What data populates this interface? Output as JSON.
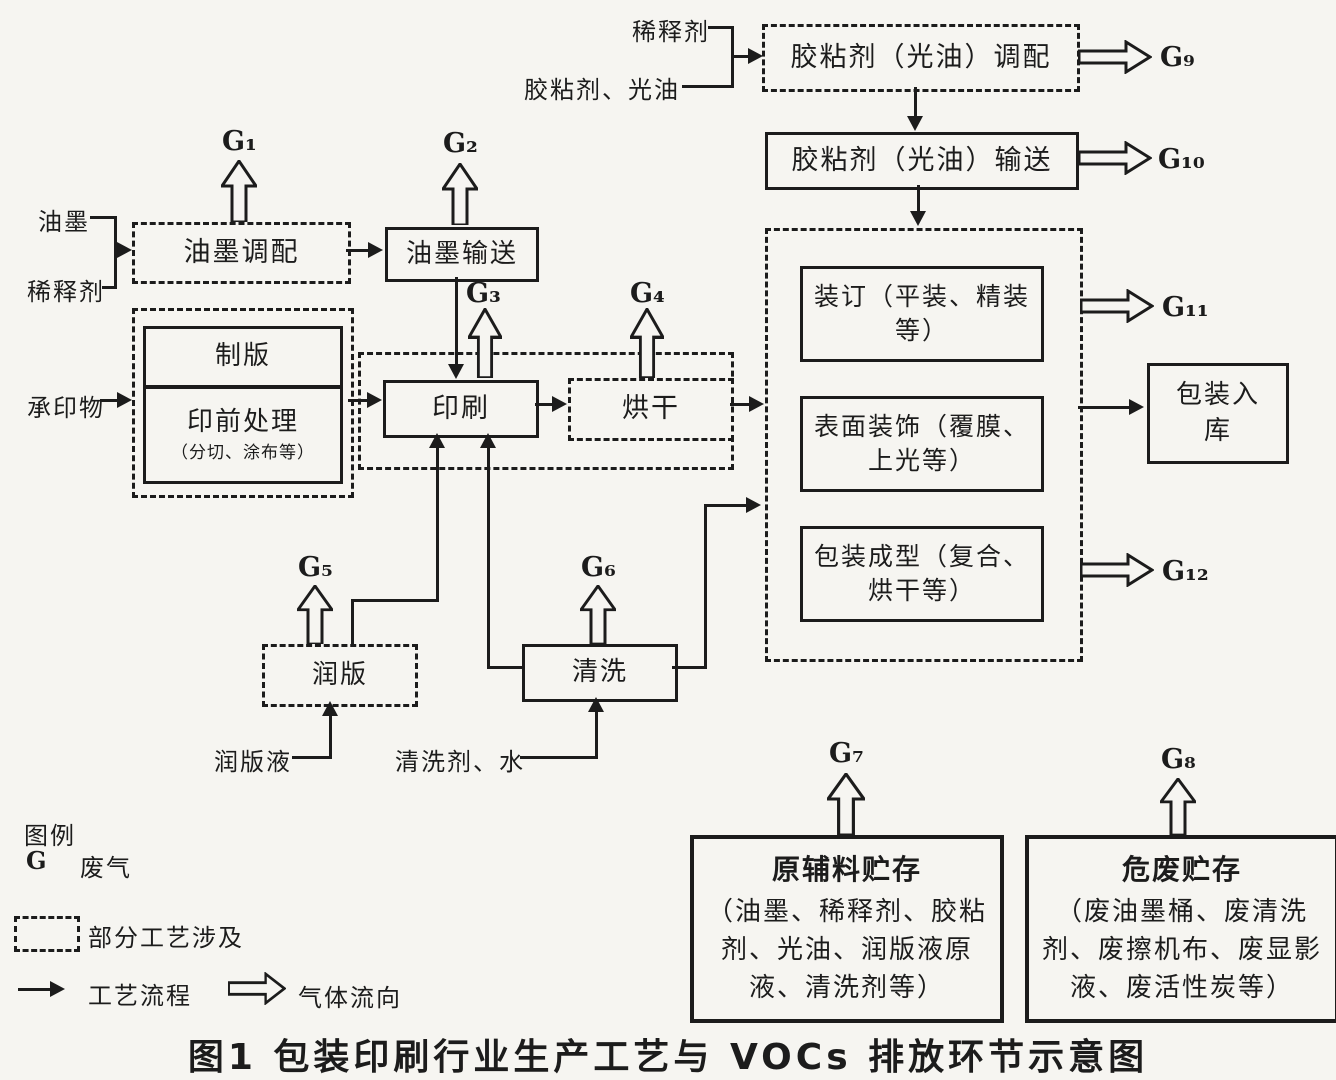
{
  "figure": {
    "title": "图1  包装印刷行业生产工艺与 VOCs 排放环节示意图"
  },
  "inputs": {
    "diluent_top": "稀释剂",
    "adhesive_varnish": "胶粘剂、光油",
    "ink": "油墨",
    "diluent_left": "稀释剂",
    "substrate": "承印物",
    "fountain_solution": "润版液",
    "cleaner_water": "清洗剂、水"
  },
  "boxes": {
    "adhesive_prep": "胶粘剂（光油）调配",
    "adhesive_transport": "胶粘剂（光油）输送",
    "ink_prep": "油墨调配",
    "ink_transport": "油墨输送",
    "plate_making": "制版",
    "prepress": "印前处理",
    "prepress_sub": "（分切、涂布等）",
    "printing": "印刷",
    "drying": "烘干",
    "dampening": "润版",
    "cleaning": "清洗",
    "binding": "装订（平装、精装等）",
    "surface_decoration": "表面装饰（覆膜、上光等）",
    "package_forming": "包装成型（复合、烘干等）",
    "packing_warehouse": "包装入库",
    "raw_storage_title": "原辅料贮存",
    "raw_storage_body": "（油墨、稀释剂、胶粘剂、光油、润版液原液、清洗剂等）",
    "waste_storage_title": "危废贮存",
    "waste_storage_body": "（废油墨桶、废清洗剂、废擦机布、废显影液、废活性炭等）"
  },
  "gas": {
    "g1": "G₁",
    "g2": "G₂",
    "g3": "G₃",
    "g4": "G₄",
    "g5": "G₅",
    "g6": "G₆",
    "g7": "G₇",
    "g8": "G₈",
    "g9": "G₉",
    "g10": "G₁₀",
    "g11": "G₁₁",
    "g12": "G₁₂"
  },
  "legend": {
    "title": "图例",
    "gas_symbol": "G",
    "gas_label": "废气",
    "partial_process": "部分工艺涉及",
    "process_flow": "工艺流程",
    "gas_flow": "气体流向"
  },
  "colors": {
    "ink": "#1c1c1c",
    "background": "#f6f5f1"
  }
}
